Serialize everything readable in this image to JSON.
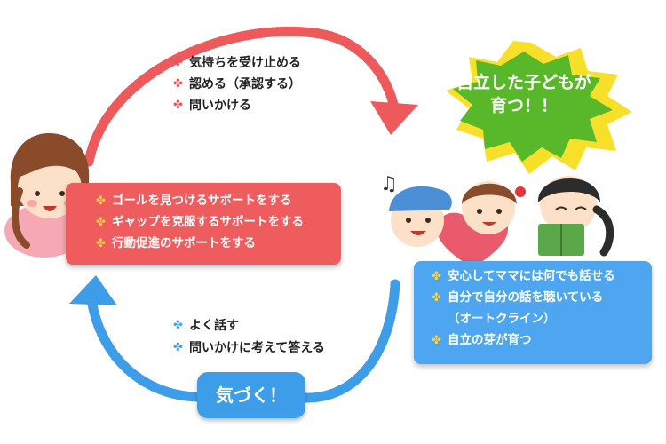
{
  "top_list": [
    "気持ちを受け止める",
    "認める（承認する）",
    "問いかける"
  ],
  "red_box": [
    "ゴールを見つけるサポートをする",
    "ギャップを克服するサポートをする",
    "行動促進のサポートをする"
  ],
  "burst": {
    "line1": "自立した子どもが",
    "line2": "育つ！！"
  },
  "blue_box": {
    "items": [
      "安心してママには何でも話せる",
      "自分で自分の話を聴いている",
      "自立の芽が育つ"
    ],
    "item2_cont": "（オートクライン）"
  },
  "bottom_list": [
    "よく話す",
    "問いかけに考えて答える"
  ],
  "kizuku_label": "気づく！",
  "bullet": "✤",
  "colors": {
    "red": "#ef5c5e",
    "blue": "#4ea6f0",
    "burst_green": "#59b82a",
    "burst_yellow": "#f7df2a",
    "bullet_yellow": "#ffd23c"
  }
}
